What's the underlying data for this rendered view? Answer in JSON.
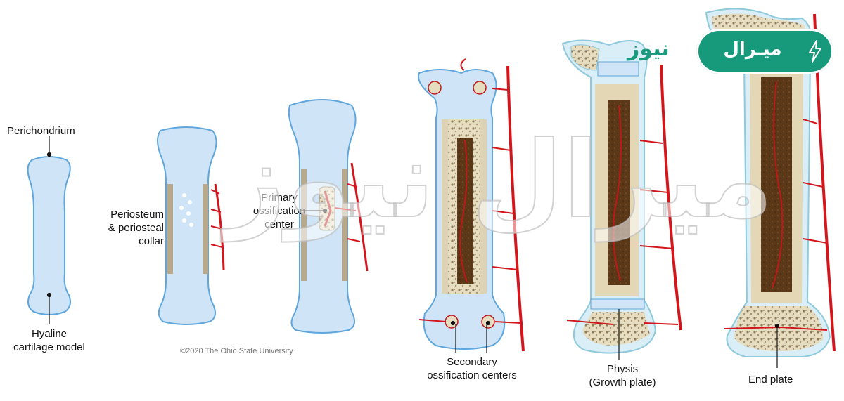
{
  "labels": {
    "perichondrium": "Perichondrium",
    "hyaline": [
      "Hyaline",
      "cartilage model"
    ],
    "periosteum": [
      "Periosteum",
      "& periosteal",
      "collar"
    ],
    "primary": [
      "Primary",
      "ossification",
      "center"
    ],
    "secondary": [
      "Secondary",
      "ossification centers"
    ],
    "physis": [
      "Physis",
      "(Growth plate)"
    ],
    "endplate": "End plate"
  },
  "copyright": "©2020 The Ohio State University",
  "watermark": {
    "logo_text": "ميـرال",
    "logo_text_green": "نيوز",
    "overlay_text": "ميرال نيوز"
  },
  "colors": {
    "cartilage": "#cfe4f6",
    "cartilage_edge": "#5ea6dc",
    "bone": "#e8e0c8",
    "marrow": "#5a3818",
    "artery": "#d2161c",
    "brand": "#17997c"
  }
}
